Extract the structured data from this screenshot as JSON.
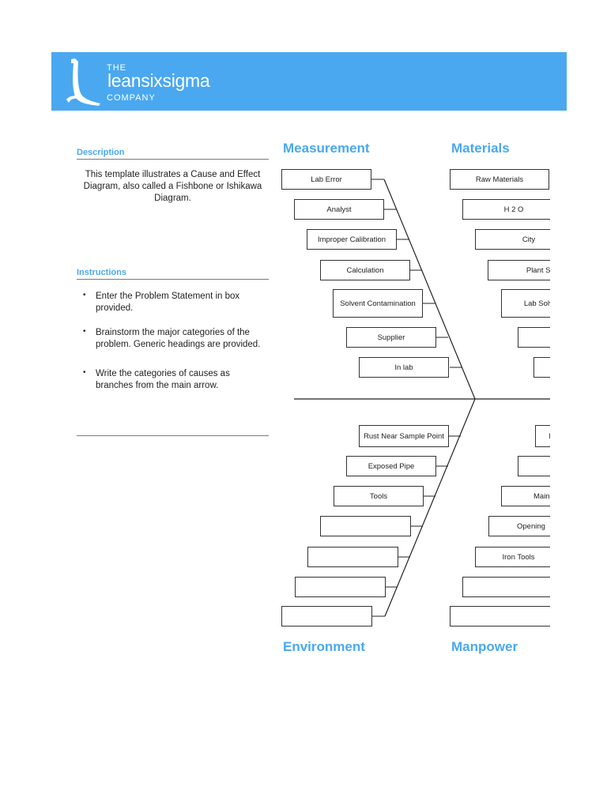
{
  "logo": {
    "the": "THE",
    "name": "leansixsigma",
    "company": "COMPANY"
  },
  "description": {
    "heading": "Description",
    "text": "This template illustrates a Cause and Effect Diagram, also called a Fishbone or Ishikawa Diagram."
  },
  "instructions": {
    "heading": "Instructions",
    "items": [
      "Enter the Problem Statement in box provided.",
      "Brainstorm the major categories of the problem.  Generic headings are provided.",
      "Write the categories of causes as branches from the main arrow."
    ]
  },
  "categories": {
    "measurement": "Measurement",
    "materials": "Materials",
    "environment": "Environment",
    "manpower": "Manpower"
  },
  "measurement_causes": [
    "Lab Error",
    "Analyst",
    "Improper Calibration",
    "Calculation",
    "Solvent Contamination",
    "Supplier",
    "In lab"
  ],
  "materials_causes": [
    "Raw Materials",
    "H 2 O",
    "City",
    "Plant Sys",
    "Lab Solvent",
    "",
    ""
  ],
  "environment_causes": [
    "Rust Near Sample Point",
    "Exposed Pipe",
    "Tools",
    "",
    "",
    "",
    ""
  ],
  "manpower_causes": [
    "I",
    "",
    "Main",
    "Opening",
    "Iron Tools",
    "",
    ""
  ]
}
